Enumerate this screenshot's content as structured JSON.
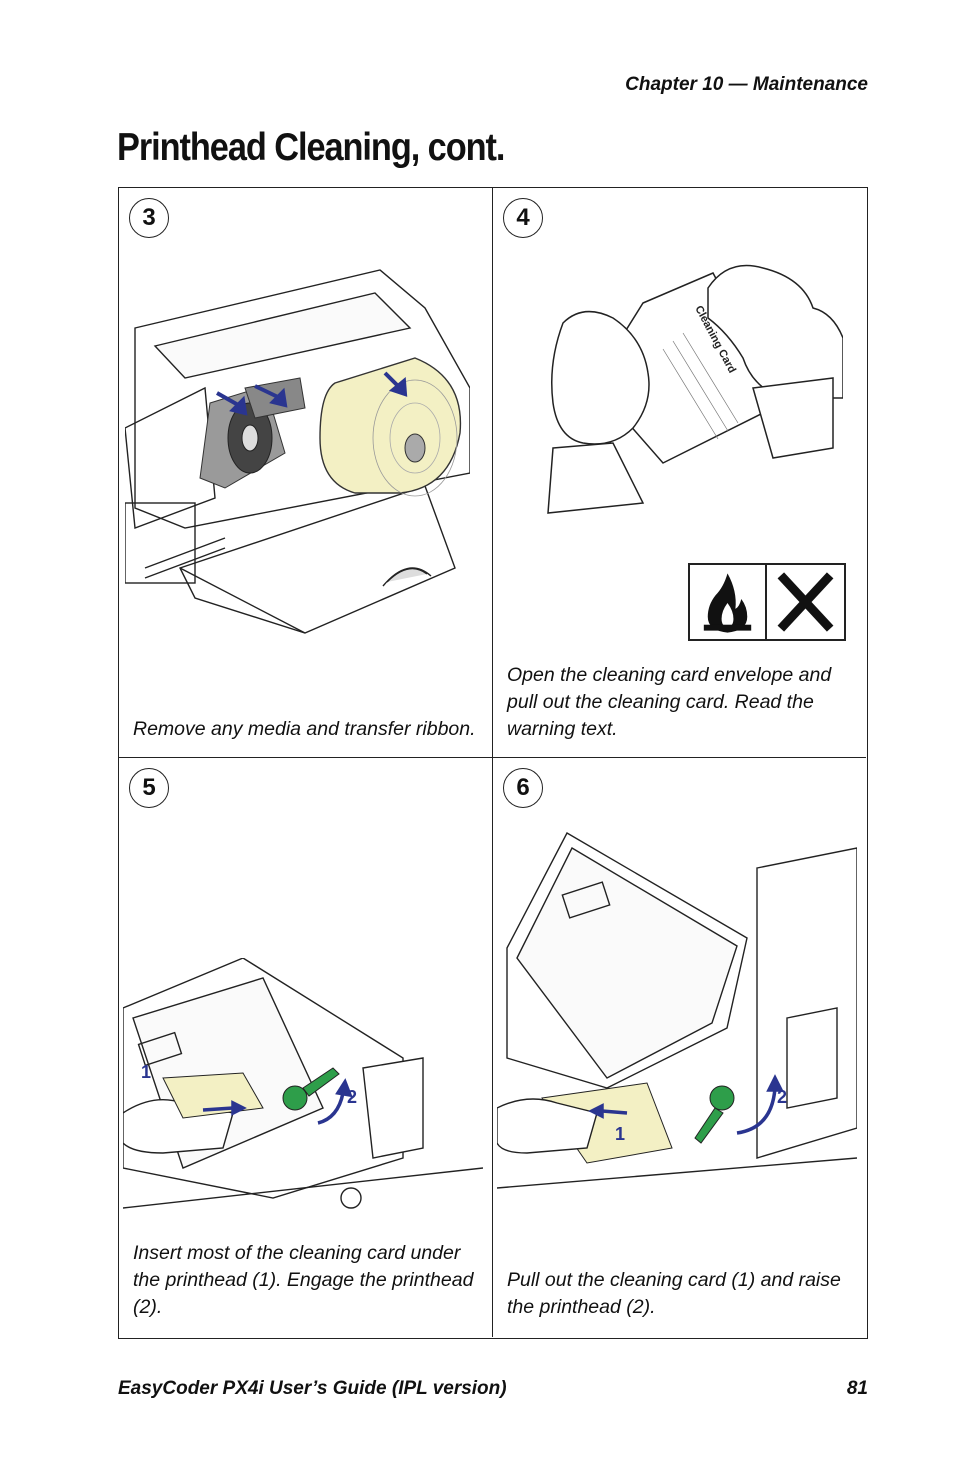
{
  "header": {
    "chapter": "Chapter 10 — Maintenance"
  },
  "title": "Printhead Cleaning, cont.",
  "steps": [
    {
      "number": "3",
      "caption": "Remove any media and transfer ribbon."
    },
    {
      "number": "4",
      "caption": "Open the cleaning card envelope and pull out the cleaning card. Read the warning text.",
      "card_label": "Cleaning Card"
    },
    {
      "number": "5",
      "caption": "Insert most of the cleaning card under the printhead (1). Engage the printhead (2).",
      "callouts": [
        "1",
        "2"
      ]
    },
    {
      "number": "6",
      "caption": "Pull out the cleaning card (1) and raise the printhead (2).",
      "callouts": [
        "1",
        "2"
      ]
    }
  ],
  "footer": {
    "guide": "EasyCoder PX4i User’s Guide (IPL version)",
    "page": "81"
  },
  "colors": {
    "arrow": "#2a3590",
    "knob": "#2e9e4a",
    "media": "#f3f0c4"
  }
}
